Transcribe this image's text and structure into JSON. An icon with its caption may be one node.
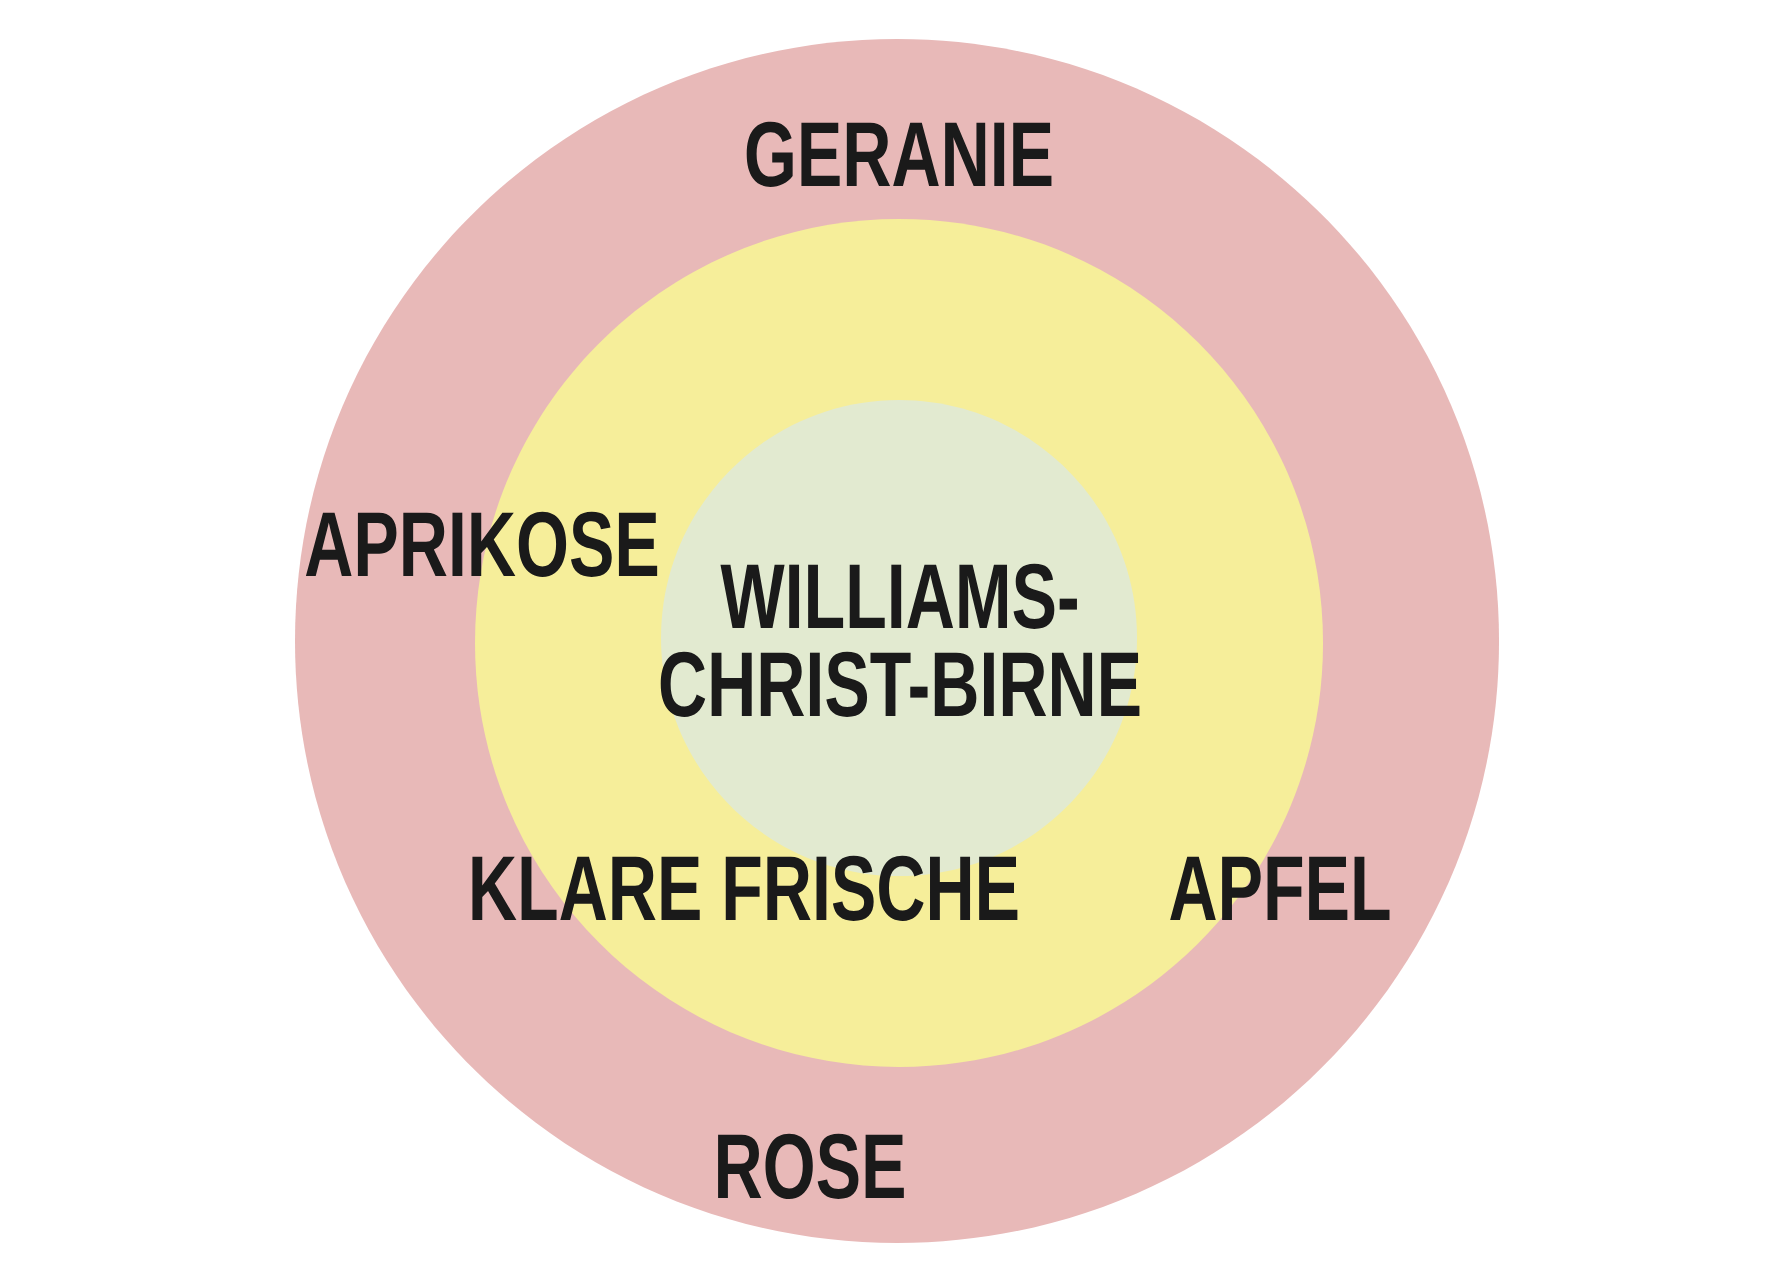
{
  "diagram": {
    "nodes": [
      {
        "text": [
          "GERANIE",
          "ROSE"
        ]
      },
      {
        "text": [
          "APRIKOSE",
          "KLARE FRISCHE",
          "APFEL"
        ],
        "in": 0
      },
      {
        "text": [
          "WILLIAMS-CHRIST-BIRNE"
        ],
        "in": 1
      }
    ]
  }
}
